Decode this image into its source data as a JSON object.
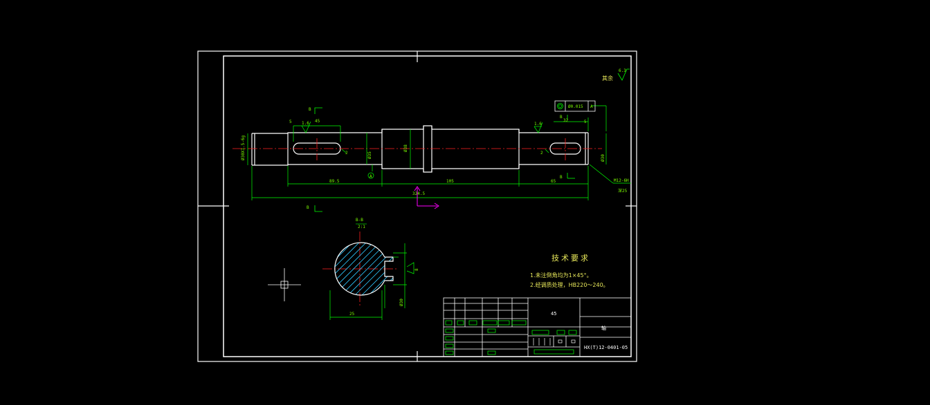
{
  "drawing": {
    "roughness_note": "其余",
    "roughness_value": "6.3",
    "roughness_local_a": "1.6",
    "roughness_local_b": "1.6",
    "dims": {
      "left_end_dia": "Ø30X1.5-6g",
      "key_offset_left": "5",
      "key_len_left": "45",
      "key_depth_left": "2",
      "shaft_dia_mid_left": "Ø35",
      "collar_dia": "Ø38",
      "right_key_len": "32",
      "right_key_offset": "5",
      "right_key_depth": "2",
      "right_dia": "Ø30",
      "thread_note": "M12-6H",
      "thread_depth": "深25",
      "len_1": "89.5",
      "len_2": "105",
      "len_3": "65",
      "total_len": "324.5",
      "datum_a": "A"
    },
    "tolerance_frame": {
      "symbol": "◎",
      "value": "Ø0.015",
      "datum": "A"
    },
    "section": {
      "title": "B-B",
      "scale": "2:1",
      "width_dim": "25",
      "depth_dim": "Ø30",
      "key_width": "8"
    },
    "section_marks": [
      "B",
      "B",
      "B",
      "B"
    ],
    "tech_req": {
      "title": "技术要求",
      "line1": "1.未注倒角均为1×45°。",
      "line2": "2.经调质处理，HB220～240。"
    },
    "title_block": {
      "material": "45",
      "part_name": "轴",
      "drawing_no": "HX(T)12-0401-05"
    }
  },
  "colors": {
    "outline": "#ffffff",
    "dimension": "#00ff00",
    "centerline": "#ff2020",
    "hatch": "#30c8ff",
    "ucs": "#ff00ff",
    "text_note": "#e8e85a"
  }
}
